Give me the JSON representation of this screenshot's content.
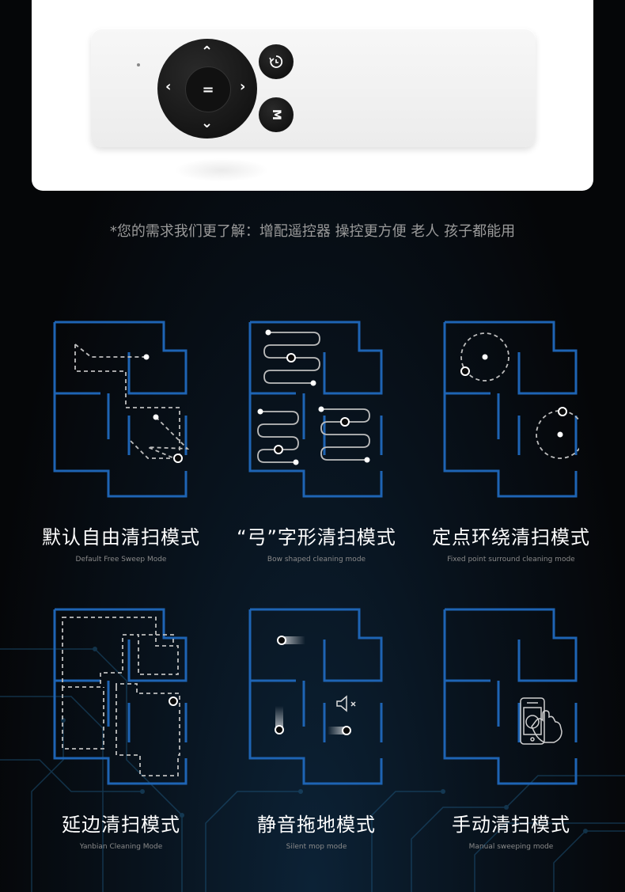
{
  "remote": {
    "center_label": "=",
    "m_label": "M",
    "dpad_arrows": {
      "up": "^",
      "down": "v",
      "left": "<",
      "right": ">"
    }
  },
  "tagline": "*您的需求我们更了解：增配遥控器 操控更方便 老人 孩子都能用",
  "modes": [
    {
      "title": "默认自由清扫模式",
      "subtitle": "Default Free Sweep Mode",
      "icon": "floorplan-free-sweep-icon"
    },
    {
      "title": "“弓”字形清扫模式",
      "subtitle": "Bow shaped cleaning mode",
      "icon": "floorplan-bow-path-icon"
    },
    {
      "title": "定点环绕清扫模式",
      "subtitle": "Fixed point surround cleaning mode",
      "icon": "floorplan-spot-circle-icon"
    },
    {
      "title": "延边清扫模式",
      "subtitle": "Yanbian Cleaning Mode",
      "icon": "floorplan-edge-path-icon"
    },
    {
      "title": "静音拖地模式",
      "subtitle": "Silent mop mode",
      "icon": "floorplan-silent-mop-icon"
    },
    {
      "title": "手动清扫模式",
      "subtitle": "Manual sweeping mode",
      "icon": "floorplan-manual-phone-icon"
    }
  ],
  "colors": {
    "wall": "#1e64b4",
    "path": "#bdbdbd",
    "text": "#ffffff",
    "subtext": "#8a8a8a"
  }
}
